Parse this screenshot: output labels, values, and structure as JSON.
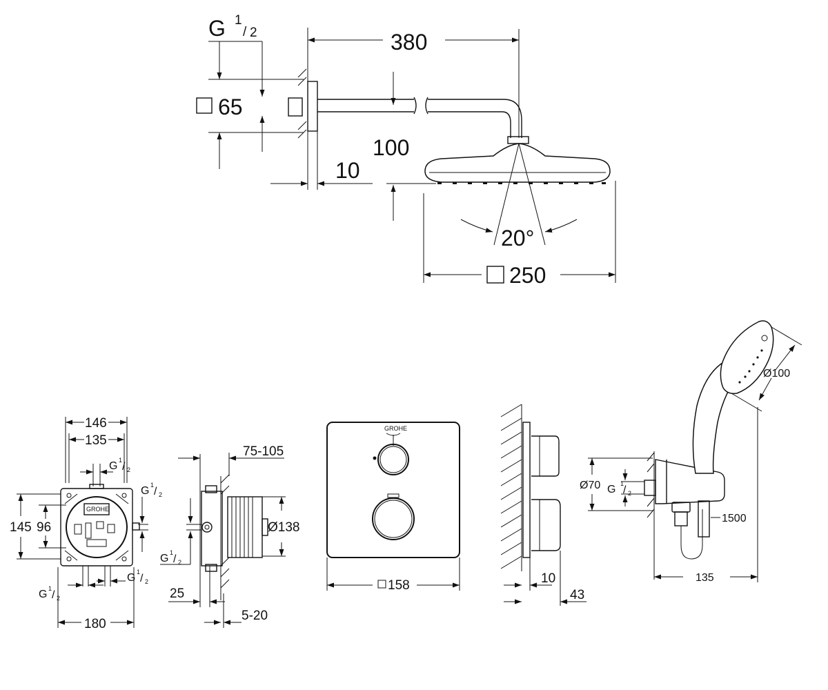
{
  "head_shower": {
    "thread": {
      "main": "G",
      "num": "1",
      "den": "2"
    },
    "rose_size": "65",
    "arm_length": "380",
    "drop": "100",
    "wall_gap": "10",
    "spray_angle": "20°",
    "head_size": "250"
  },
  "box": {
    "width_outer": "146",
    "width_inner": "135",
    "height_outer": "145",
    "height_inner": "96",
    "base_width": "180",
    "thread_main": "G",
    "thread_num": "1",
    "thread_den": "2",
    "brand": "GROHE"
  },
  "side_view": {
    "depth_range": "75-105",
    "diameter": "Ø138",
    "offset": "25",
    "plaster_range": "5-20",
    "thread_main": "G",
    "thread_num": "1",
    "thread_den": "2"
  },
  "trim_plate": {
    "size": "158",
    "brand": "GROHE"
  },
  "valve_side": {
    "dim_a": "10",
    "dim_b": "43"
  },
  "hand_shower": {
    "head_diameter": "Ø100",
    "rose_diameter": "Ø70",
    "thread_main": "G",
    "thread_num": "1",
    "thread_den": "2",
    "hose_length": "1500",
    "projection": "135"
  }
}
